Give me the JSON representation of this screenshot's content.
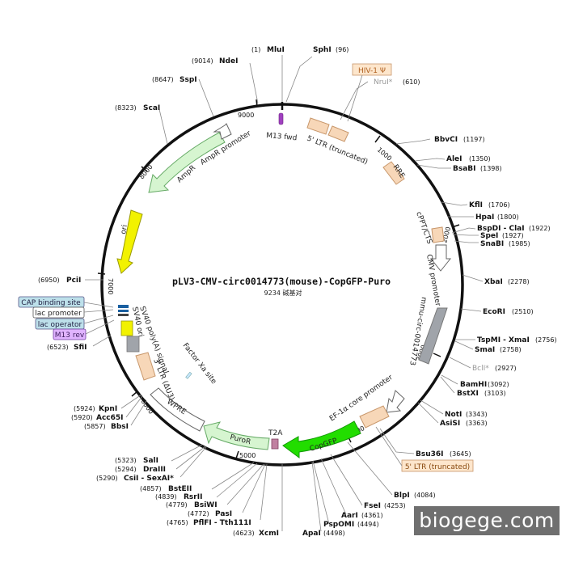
{
  "title": "pLV3-CMV-circ0014773(mouse)-CopGFP-Puro",
  "subtitle": "9234 碱基对",
  "watermark": "biogege.com",
  "ticks": [
    "1000",
    "2000",
    "3000",
    "4000",
    "5000",
    "6000",
    "7000",
    "8000",
    "9000"
  ],
  "colors": {
    "backbone": "#111111",
    "ltr": "#f7d7b8",
    "ltr_stroke": "#c8976b",
    "ampr": "#d6f5d0",
    "ori": "#f2f200",
    "copgfp": "#22dd00",
    "puro": "#d6f5d0",
    "gray_feature": "#a0a4aa",
    "m13_primer": "#a040c0",
    "t2a": "#c080a0",
    "blue_box": "#bde0ea",
    "purple_box": "#e0b3ff",
    "orange_box": "#fde6cc"
  },
  "sites": [
    {
      "name": "MluI",
      "pos": "(1)"
    },
    {
      "name": "SphI",
      "pos": "(96)"
    },
    {
      "name": "NruI*",
      "pos": "(610)"
    },
    {
      "name": "BbvCI",
      "pos": "(1197)"
    },
    {
      "name": "AleI",
      "pos": "(1350)"
    },
    {
      "name": "BsaBI",
      "pos": "(1398)"
    },
    {
      "name": "KflI",
      "pos": "(1706)"
    },
    {
      "name": "HpaI",
      "pos": "(1800)"
    },
    {
      "name": "BspDI - ClaI",
      "pos": "(1922)"
    },
    {
      "name": "SpeI",
      "pos": "(1927)"
    },
    {
      "name": "SnaBI",
      "pos": "(1985)"
    },
    {
      "name": "XbaI",
      "pos": "(2278)"
    },
    {
      "name": "EcoRI",
      "pos": "(2510)"
    },
    {
      "name": "TspMI - XmaI",
      "pos": "(2756)"
    },
    {
      "name": "SmaI",
      "pos": "(2758)"
    },
    {
      "name": "BclI*",
      "pos": "(2927)"
    },
    {
      "name": "BamHI",
      "pos": "(3092)"
    },
    {
      "name": "BstXI",
      "pos": "(3103)"
    },
    {
      "name": "NotI",
      "pos": "(3343)"
    },
    {
      "name": "AsiSI",
      "pos": "(3363)"
    },
    {
      "name": "Bsu36I",
      "pos": "(3645)"
    },
    {
      "name": "BlpI",
      "pos": "(4084)"
    },
    {
      "name": "FseI",
      "pos": "(4253)"
    },
    {
      "name": "AarI",
      "pos": "(4361)"
    },
    {
      "name": "PspOMI",
      "pos": "(4494)"
    },
    {
      "name": "ApaI",
      "pos": "(4498)"
    },
    {
      "name": "XcmI",
      "pos": "(4623)"
    },
    {
      "name": "PflFI - Tth111I",
      "pos": "(4765)"
    },
    {
      "name": "PasI",
      "pos": "(4772)"
    },
    {
      "name": "BsiWI",
      "pos": "(4779)"
    },
    {
      "name": "RsrII",
      "pos": "(4839)"
    },
    {
      "name": "BstEII",
      "pos": "(4857)"
    },
    {
      "name": "CsiI - SexAI*",
      "pos": "(5290)"
    },
    {
      "name": "DraIII",
      "pos": "(5294)"
    },
    {
      "name": "SalI",
      "pos": "(5323)"
    },
    {
      "name": "BbsI",
      "pos": "(5857)"
    },
    {
      "name": "Acc65I",
      "pos": "(5920)"
    },
    {
      "name": "KpnI",
      "pos": "(5924)"
    },
    {
      "name": "SfiI",
      "pos": "(6523)"
    },
    {
      "name": "PciI",
      "pos": "(6950)"
    },
    {
      "name": "ScaI",
      "pos": "(8323)"
    },
    {
      "name": "SspI",
      "pos": "(8647)"
    },
    {
      "name": "NdeI",
      "pos": "(9014)"
    }
  ],
  "features": [
    {
      "label": "M13 fwd"
    },
    {
      "label": "5' LTR (truncated)"
    },
    {
      "label": "RRE"
    },
    {
      "label": "cPPT/CTS"
    },
    {
      "label": "CMV promoter"
    },
    {
      "label": "mmu-circ-0014773"
    },
    {
      "label": "EF-1α core promoter"
    },
    {
      "label": "CopGFP"
    },
    {
      "label": "T2A"
    },
    {
      "label": "PuroR"
    },
    {
      "label": "WPRE"
    },
    {
      "label": "3' LTR (ΔU3)"
    },
    {
      "label": "SV40 poly(A) signal"
    },
    {
      "label": "SV40 ori"
    },
    {
      "label": "ori"
    },
    {
      "label": "AmpR"
    },
    {
      "label": "AmpR promoter"
    },
    {
      "label": "Factor Xa site"
    }
  ],
  "boxes": [
    {
      "label": "HIV-1 Ψ"
    },
    {
      "label": "5' LTR (truncated)"
    },
    {
      "label": "CAP binding site"
    },
    {
      "label": "lac promoter"
    },
    {
      "label": "lac operator"
    },
    {
      "label": "M13 rev"
    }
  ]
}
